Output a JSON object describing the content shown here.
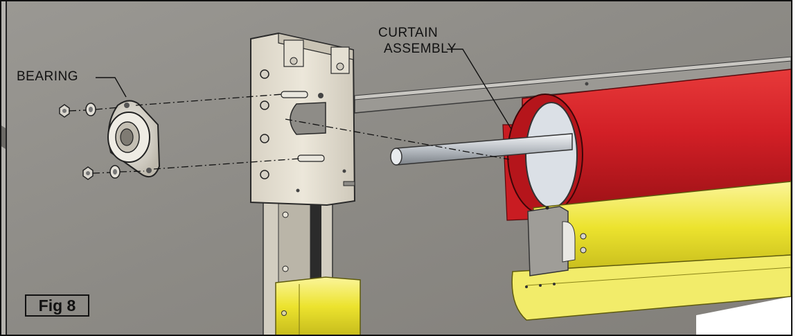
{
  "labels": {
    "bearing": "BEARING",
    "curtain_line1": "CURTAIN",
    "curtain_line2": "ASSEMBLY",
    "figure": "Fig 8"
  },
  "colors": {
    "wall": "#8f8d88",
    "curtain_red": "#d8242a",
    "bottom_bar_yellow": "#ece32e",
    "bracket": "#e6e1d4",
    "tube_inner": "#d9dee4",
    "line": "#111111"
  }
}
